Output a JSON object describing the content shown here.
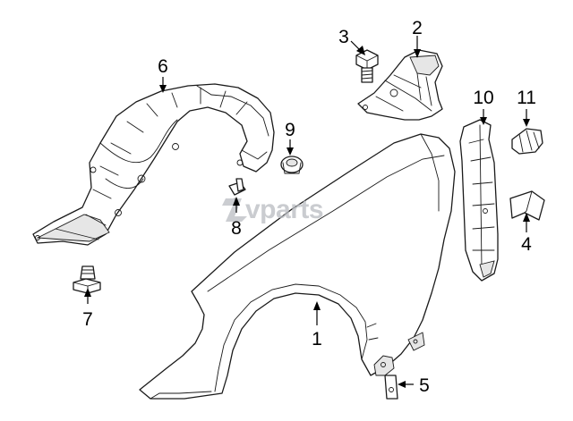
{
  "watermark": {
    "text": "vparts",
    "color": "#b9bcc1"
  },
  "callouts": [
    {
      "id": "1",
      "part": "fender"
    },
    {
      "id": "2",
      "part": "fender-bracket"
    },
    {
      "id": "3",
      "part": "bolt"
    },
    {
      "id": "4",
      "part": "clip"
    },
    {
      "id": "5",
      "part": "plate-clip"
    },
    {
      "id": "6",
      "part": "inner-fender-liner"
    },
    {
      "id": "7",
      "part": "push-clip"
    },
    {
      "id": "8",
      "part": "screw"
    },
    {
      "id": "9",
      "part": "nut"
    },
    {
      "id": "10",
      "part": "fender-insulator"
    },
    {
      "id": "11",
      "part": "pad"
    }
  ],
  "colors": {
    "line": "#1a1a1a",
    "background": "#ffffff",
    "watermark": "#b9bcc1"
  }
}
